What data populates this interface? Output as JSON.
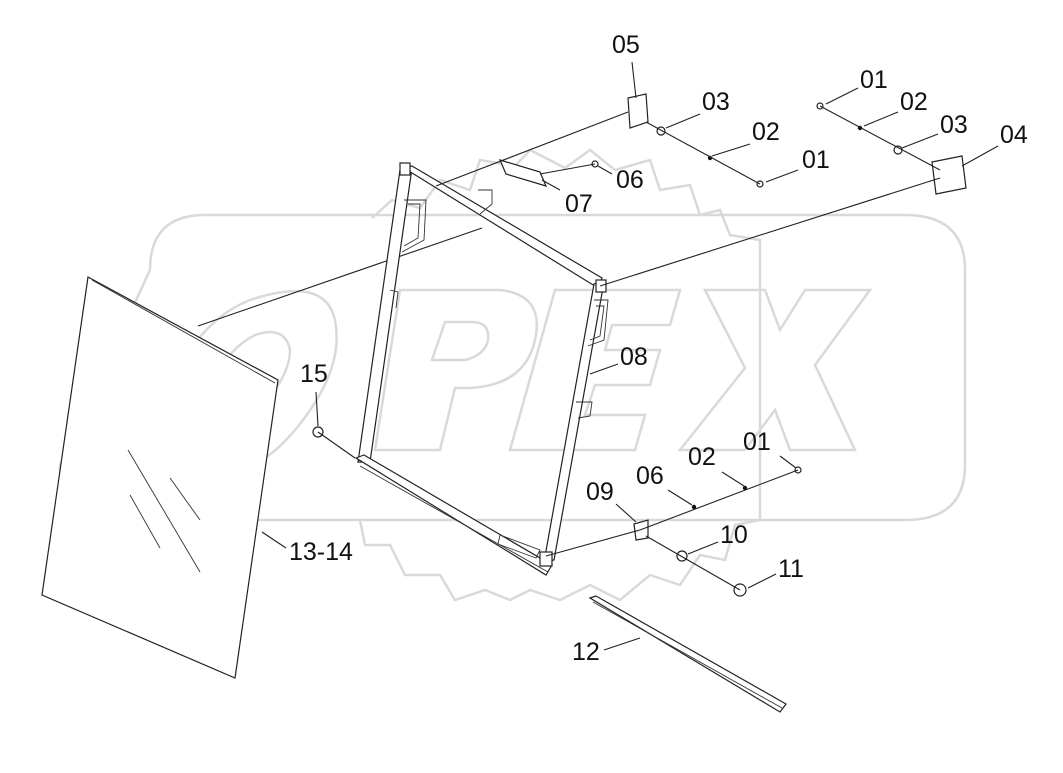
{
  "watermark": {
    "text": "OPEX",
    "color": "#d9d9d9"
  },
  "callouts": [
    {
      "id": "05",
      "text": "05"
    },
    {
      "id": "03a",
      "text": "03"
    },
    {
      "id": "02a",
      "text": "02"
    },
    {
      "id": "01a",
      "text": "01"
    },
    {
      "id": "01b",
      "text": "01"
    },
    {
      "id": "02b",
      "text": "02"
    },
    {
      "id": "03b",
      "text": "03"
    },
    {
      "id": "04",
      "text": "04"
    },
    {
      "id": "06a",
      "text": "06"
    },
    {
      "id": "07",
      "text": "07"
    },
    {
      "id": "08",
      "text": "08"
    },
    {
      "id": "15",
      "text": "15"
    },
    {
      "id": "01c",
      "text": "01"
    },
    {
      "id": "02c",
      "text": "02"
    },
    {
      "id": "06b",
      "text": "06"
    },
    {
      "id": "09",
      "text": "09"
    },
    {
      "id": "10",
      "text": "10"
    },
    {
      "id": "11",
      "text": "11"
    },
    {
      "id": "13-14",
      "text": "13-14"
    },
    {
      "id": "12",
      "text": "12"
    }
  ]
}
